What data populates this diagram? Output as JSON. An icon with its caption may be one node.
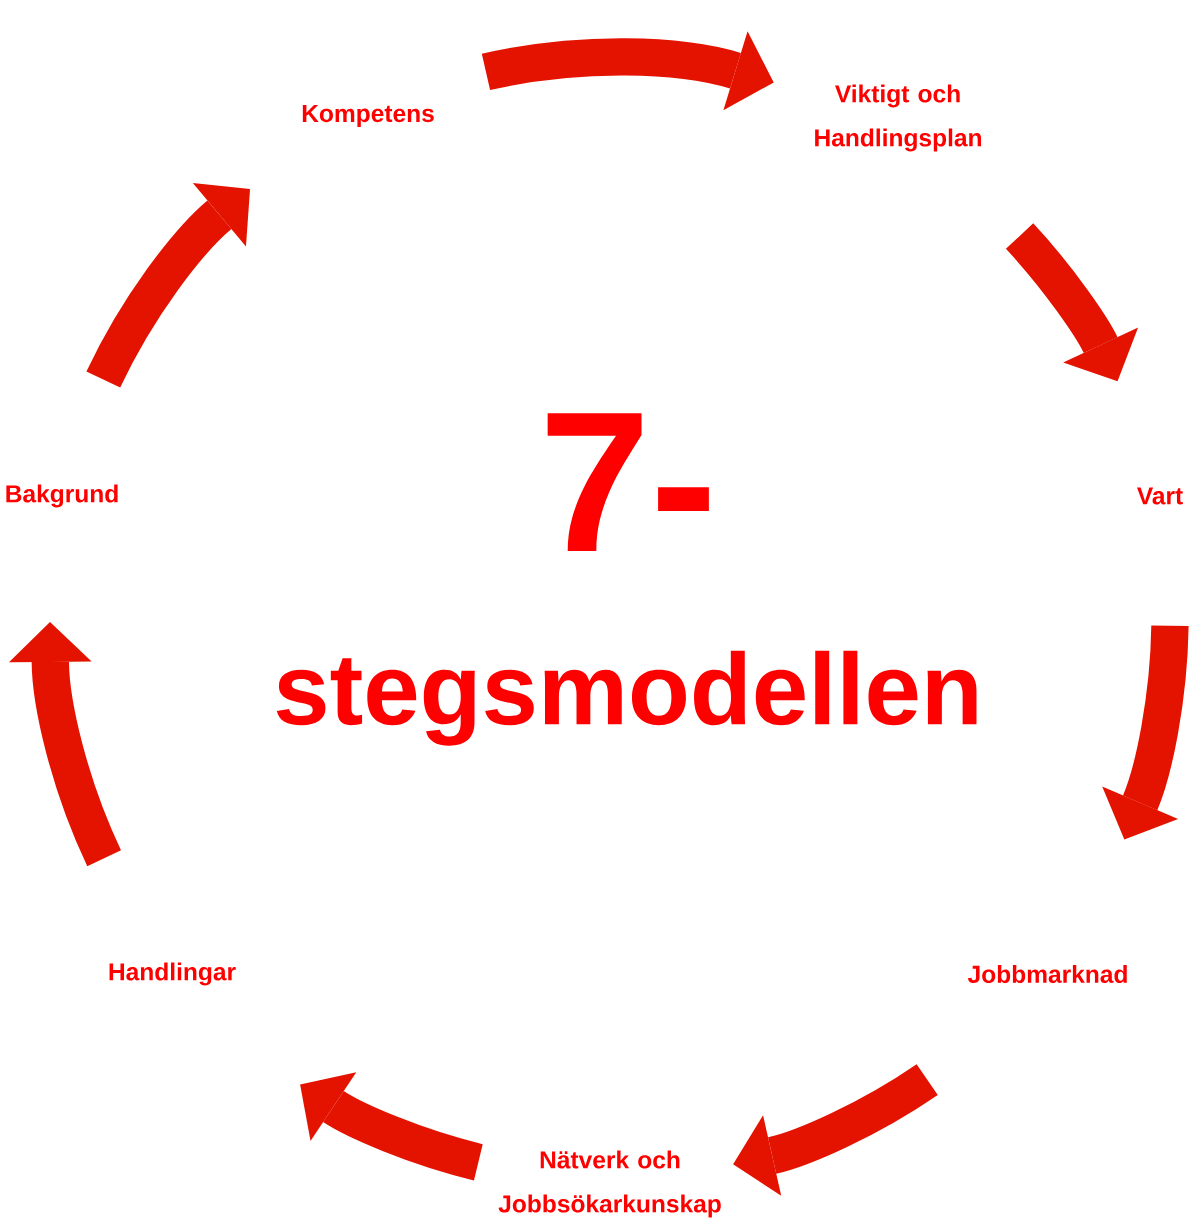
{
  "diagram": {
    "title": "7- stegsmodellen",
    "nodes": [
      {
        "text": [
          "Kompetens"
        ]
      },
      {
        "text": [
          "Viktigt och Handlingsplan"
        ]
      },
      {
        "text": [
          "Vart"
        ]
      },
      {
        "text": [
          "Jobbmarknad"
        ]
      },
      {
        "text": [
          "Nätverk och Jobbsökarkunskap"
        ]
      },
      {
        "text": [
          "Handlingar"
        ]
      },
      {
        "text": [
          "Bakgrund"
        ]
      }
    ],
    "edges": [
      {
        "from": 0,
        "to": 1,
        "arrow": "to"
      },
      {
        "from": 1,
        "to": 2,
        "arrow": "to"
      },
      {
        "from": 2,
        "to": 3,
        "arrow": "to"
      },
      {
        "from": 3,
        "to": 4,
        "arrow": "to"
      },
      {
        "from": 4,
        "to": 5,
        "arrow": "to"
      },
      {
        "from": 5,
        "to": 6,
        "arrow": "to"
      },
      {
        "from": 6,
        "to": 0,
        "arrow": "to"
      }
    ]
  }
}
